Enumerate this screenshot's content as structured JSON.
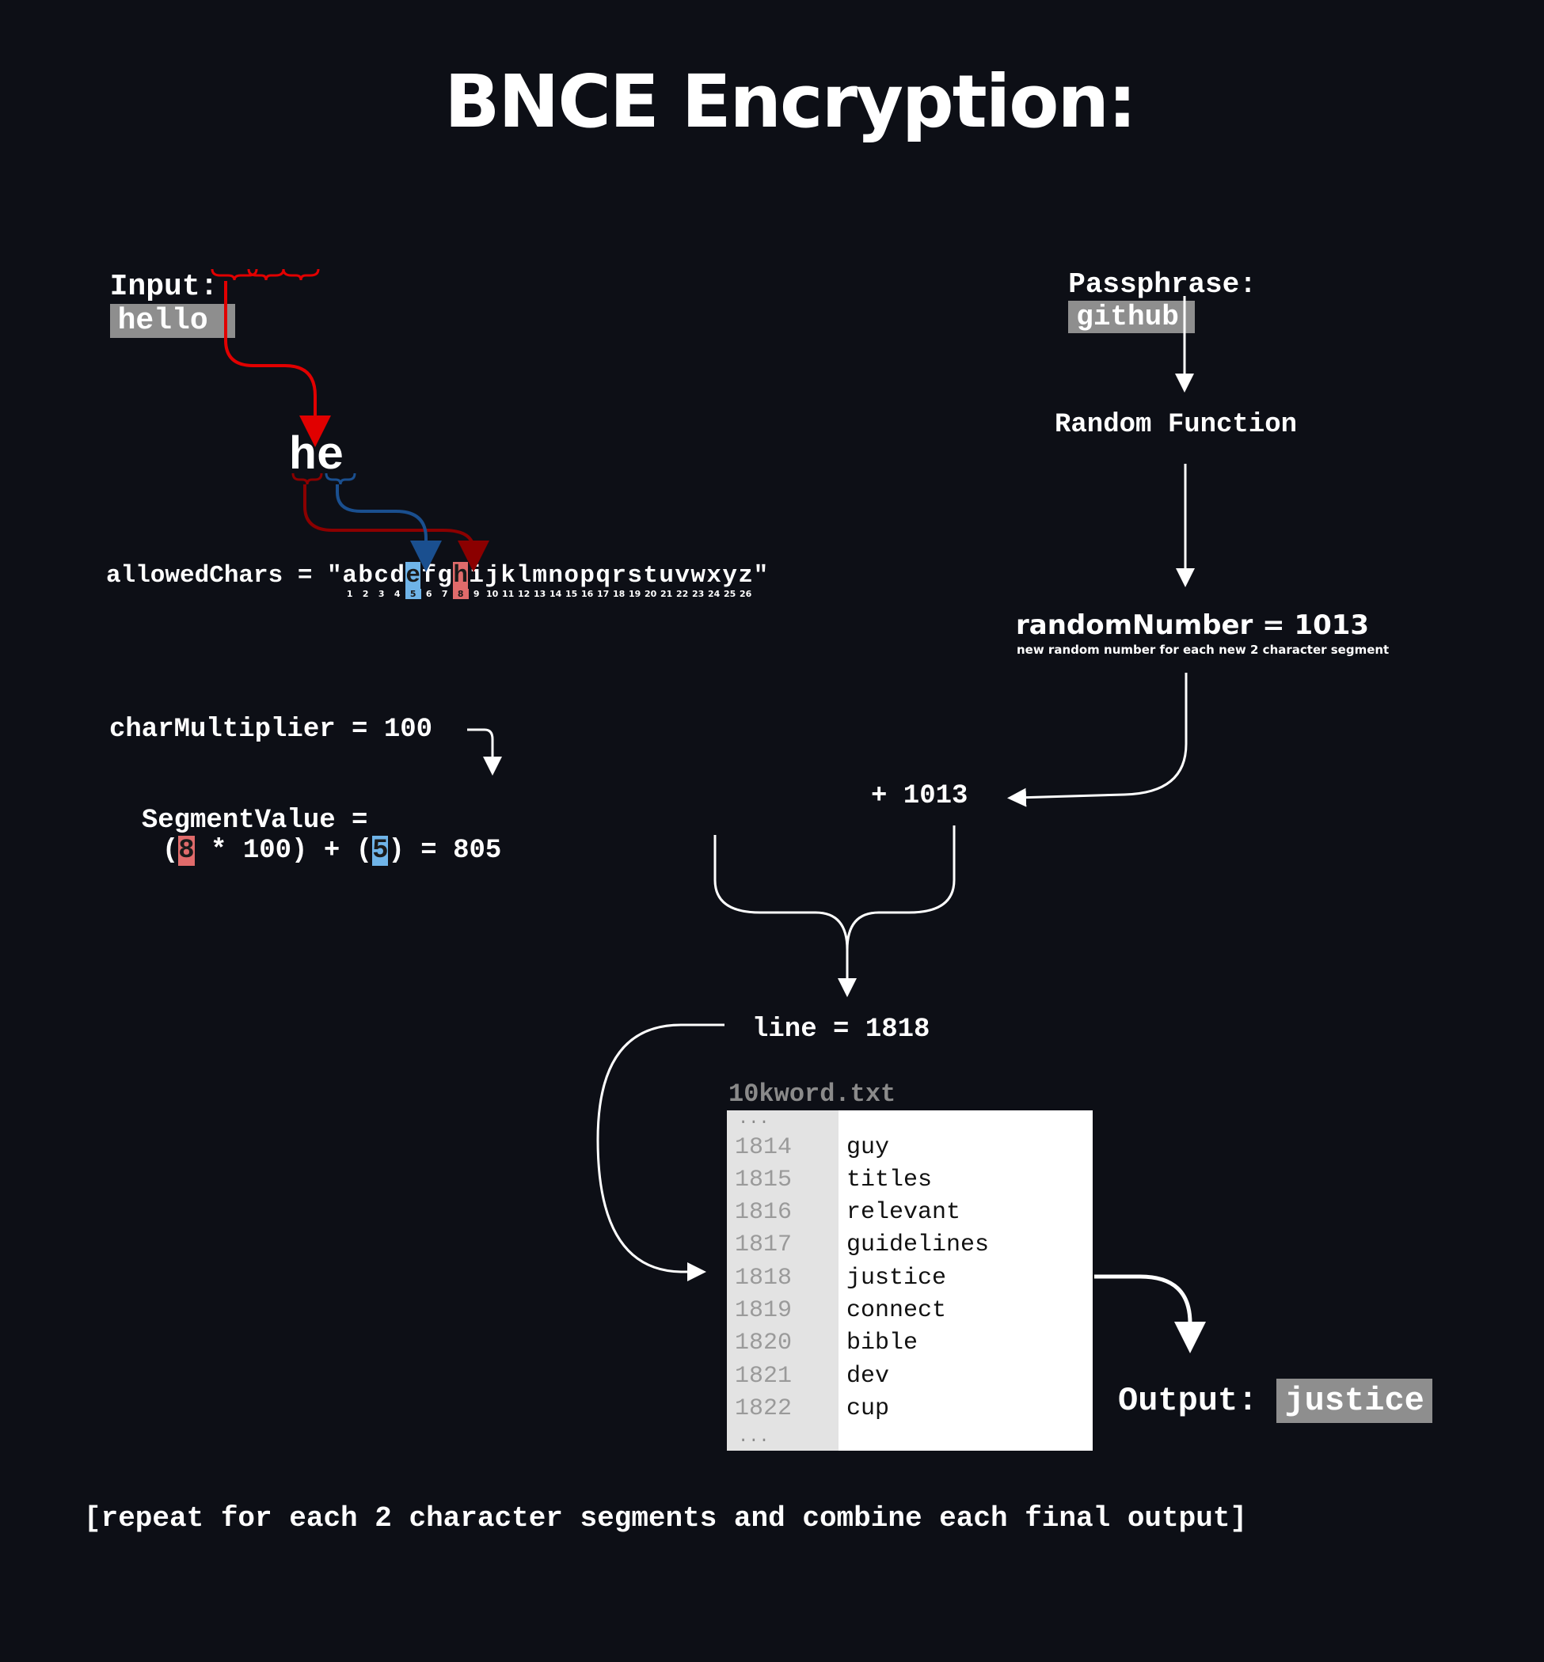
{
  "title": "BNCE Encryption:",
  "input": {
    "label": "Input:",
    "value": "hello"
  },
  "passphrase": {
    "label": "Passphrase:",
    "value": "github"
  },
  "random_function_label": "Random Function",
  "segment": "he",
  "allowed_chars": {
    "prefix": "allowedChars = \"",
    "suffix": "\"",
    "letters": [
      "a",
      "b",
      "c",
      "d",
      "e",
      "f",
      "g",
      "h",
      "i",
      "j",
      "k",
      "l",
      "m",
      "n",
      "o",
      "p",
      "q",
      "r",
      "s",
      "t",
      "u",
      "v",
      "w",
      "x",
      "y",
      "z"
    ],
    "numbers": [
      "1",
      "2",
      "3",
      "4",
      "5",
      "6",
      "7",
      "8",
      "9",
      "10",
      "11",
      "12",
      "13",
      "14",
      "15",
      "16",
      "17",
      "18",
      "19",
      "20",
      "21",
      "22",
      "23",
      "24",
      "25",
      "26"
    ],
    "highlight_red": "h",
    "highlight_blue": "e"
  },
  "random_number": {
    "text": "randomNumber = 1013",
    "note": "new random number for each new 2 character segment"
  },
  "char_multiplier": "charMultiplier = 100",
  "segment_value": {
    "label": "SegmentValue =",
    "open1": "(",
    "h_index": "8",
    "mult": " * 100)",
    "plus": " + ",
    "open2": "(",
    "e_index": "5",
    "close2": ")",
    "result": " = 805"
  },
  "plus_random": "+ 1013",
  "line_result": "line = 1818",
  "wordlist": {
    "filename": "10kword.txt",
    "dots": "...",
    "rows": [
      {
        "line": "1814",
        "word": "guy"
      },
      {
        "line": "1815",
        "word": "titles"
      },
      {
        "line": "1816",
        "word": "relevant"
      },
      {
        "line": "1817",
        "word": "guidelines"
      },
      {
        "line": "1818",
        "word": "justice"
      },
      {
        "line": "1819",
        "word": "connect"
      },
      {
        "line": "1820",
        "word": "bible"
      },
      {
        "line": "1821",
        "word": "dev"
      },
      {
        "line": "1822",
        "word": "cup"
      }
    ]
  },
  "output": {
    "label": "Output:",
    "value": "justice"
  },
  "footer": "[repeat for each 2 character segments and combine each final output]",
  "colors": {
    "background": "#0d0f16",
    "red_arrow": "#e10000",
    "dark_red_arrow": "#8b0000",
    "blue_arrow": "#1a4f8f",
    "highlight_red": "#e06b6b",
    "highlight_blue": "#6fb4e8",
    "value_box": "#8e8e8e"
  }
}
